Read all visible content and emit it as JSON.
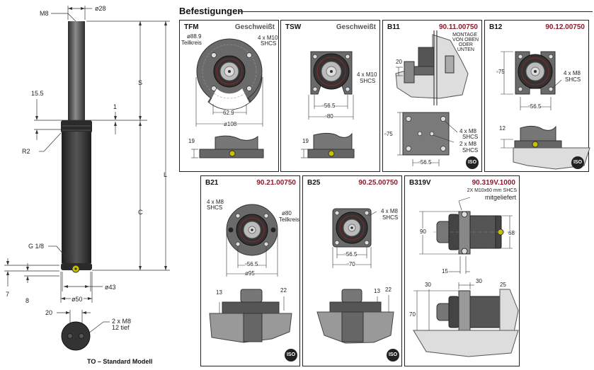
{
  "heading": "Befestigungen",
  "main_drawing": {
    "caption": "TO – Standard Modell",
    "labels": {
      "thread_top": "M8",
      "rod_diameter": "ø28",
      "stroke": "S",
      "length": "L",
      "body": "C",
      "dim_15_5": "15.5",
      "dim_1": "1",
      "radius": "R2",
      "port": "G 1/8",
      "dim_7": "7",
      "dim_8": "8",
      "dia_43": "ø43",
      "dia_50": "ø50",
      "dim_20": "20",
      "holes_line1": "2 x M8",
      "holes_line2": "12 tief"
    }
  },
  "panels": [
    {
      "id": "TFM",
      "title": "TFM",
      "code": "Geschweißt",
      "code_style": "gray",
      "labels": {
        "pcd_dia": "ø88.9",
        "pcd": "Teilkreis",
        "screws1": "4 x M10",
        "screws2": "SHCS",
        "w1": "62.9",
        "w2": "ø108",
        "h": "19"
      }
    },
    {
      "id": "TSW",
      "title": "TSW",
      "code": "Geschweißt",
      "code_style": "gray",
      "labels": {
        "screws1": "4 x M10",
        "screws2": "SHCS",
        "w1": "56.5",
        "w2": "80",
        "h": "19"
      }
    },
    {
      "id": "B11",
      "title": "B11",
      "code": "90.11.00750",
      "code_style": "red",
      "labels": {
        "note1": "MONTAGE",
        "note2": "VON OBEN",
        "note3": "ODER",
        "note4": "UNTEN",
        "h": "20",
        "side": "75",
        "screws_a1": "4 x M8",
        "screws_a2": "SHCS",
        "screws_b1": "2 x M8",
        "screws_b2": "SHCS",
        "w1": "56.5"
      },
      "iso": "ISO"
    },
    {
      "id": "B12",
      "title": "B12",
      "code": "90.12.00750",
      "code_style": "red",
      "labels": {
        "side": "75",
        "screws1": "4 x M8",
        "screws2": "SHCS",
        "w1": "56.5",
        "h": "12"
      },
      "iso": "ISO"
    },
    {
      "id": "B21",
      "title": "B21",
      "code": "90.21.00750",
      "code_style": "red",
      "labels": {
        "screws1": "4 x M8",
        "screws2": "SHCS",
        "pcd_dia": "ø80",
        "pcd": "Teilkreis",
        "w1": "56.5",
        "w2": "ø95",
        "h1": "13",
        "h2": "22"
      },
      "iso": "ISO"
    },
    {
      "id": "B25",
      "title": "B25",
      "code": "90.25.00750",
      "code_style": "red",
      "labels": {
        "screws1": "4 x M8",
        "screws2": "SHCS",
        "w1": "56.5",
        "w2": "70",
        "h1": "13",
        "h2": "22"
      },
      "iso": "ISO"
    },
    {
      "id": "B319V",
      "title": "B319V",
      "code": "90.319V.1000",
      "code_style": "red",
      "labels": {
        "note1": "2X M10x60 mm SHCS",
        "note2": "mitgeliefert",
        "h1": "90",
        "h2": "68",
        "w1": "15",
        "w2": "30",
        "w3": "30",
        "w4": "25",
        "h3": "70"
      }
    }
  ],
  "colors": {
    "code_red": "#8b1a2b",
    "steel_dark": "#3a3a3a",
    "steel_mid": "#6d6d6d",
    "plate": "#7a7a7a",
    "port_yellow": "#c8c000"
  }
}
